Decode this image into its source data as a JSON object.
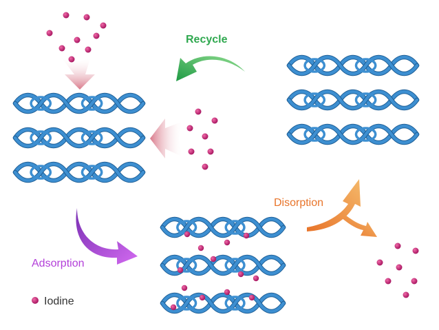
{
  "labels": {
    "recycle": "Recycle",
    "adsorption": "Adsorption",
    "disorption": "Disorption",
    "iodine": "Iodine"
  },
  "colors": {
    "polymer": "#3d8fd1",
    "polymer_dark": "#1f5f96",
    "iodine": "#b8156b",
    "recycle": "#2fa84f",
    "adsorption": "#b33fd9",
    "disorption": "#e8873a",
    "feed_arrow": "#d9798a"
  }
}
